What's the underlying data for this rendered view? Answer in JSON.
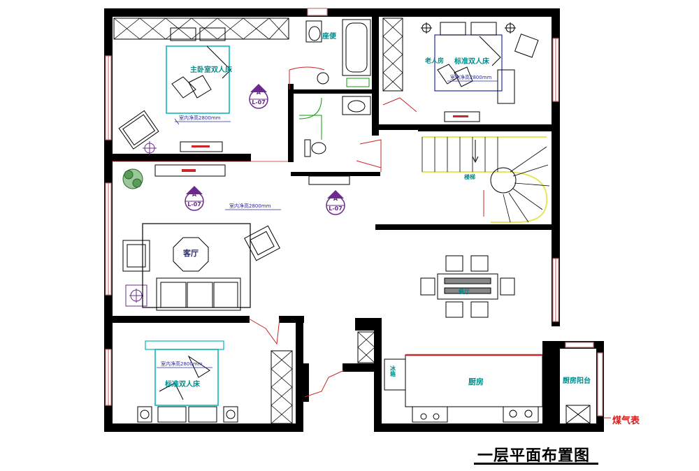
{
  "title": "一层平面布置图",
  "rooms": {
    "master_bedroom": "主卧室双人床",
    "bathroom": "座便",
    "second_bedroom_prefix": "老人房",
    "second_bedroom": "标准双人床",
    "stairs": "楼梯",
    "living_room": "客厅",
    "dining": "餐厅",
    "bedroom_bottom": "标准双人床",
    "kitchen": "厨房",
    "kitchen_balcony": "厨房阳台",
    "fridge": "冰箱"
  },
  "dimensions": {
    "master_ceiling": "室内净高2800mm",
    "second_ceiling": "室内净高2800mm",
    "living_ceiling": "室内净高2800mm",
    "bottom_ceiling": "室内净高2800mm"
  },
  "section_markers": [
    {
      "letter": "A",
      "ref": "L-07"
    },
    {
      "letter": "A",
      "ref": "L-07"
    },
    {
      "letter": "A",
      "ref": "L-07"
    }
  ],
  "gas_meter": "煤气表",
  "colors": {
    "wall": "#000000",
    "furniture": "#00b4b4",
    "stair": "#e6e65a",
    "door_arc": "#c82828",
    "marker": "#6b2a8c",
    "window": "#c87878"
  }
}
